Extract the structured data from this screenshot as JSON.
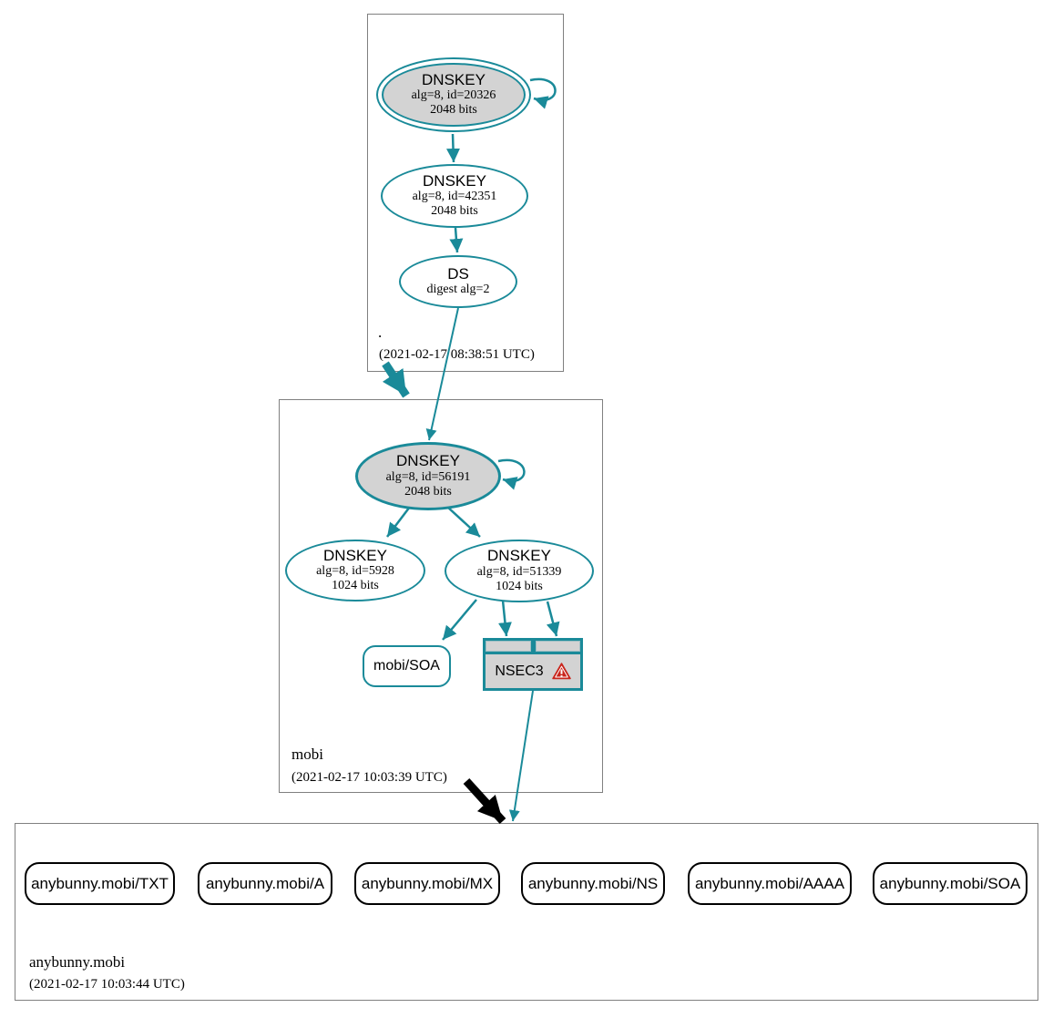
{
  "colors": {
    "secure_teal": "#1a8a99",
    "node_gray_fill": "#d3d3d3",
    "box_border_gray": "#808080",
    "warning_red": "#c9251c",
    "delegation_black": "#000000"
  },
  "zones": {
    "root": {
      "label": ".",
      "timestamp": "(2021-02-17 08:38:51 UTC)",
      "nodes": {
        "ksk": {
          "title": "DNSKEY",
          "line2": "alg=8, id=20326",
          "line3": "2048 bits"
        },
        "zsk": {
          "title": "DNSKEY",
          "line2": "alg=8, id=42351",
          "line3": "2048 bits"
        },
        "ds": {
          "title": "DS",
          "line2": "digest alg=2"
        }
      }
    },
    "mobi": {
      "label": "mobi",
      "timestamp": "(2021-02-17 10:03:39 UTC)",
      "nodes": {
        "ksk": {
          "title": "DNSKEY",
          "line2": "alg=8, id=56191",
          "line3": "2048 bits"
        },
        "zsk1": {
          "title": "DNSKEY",
          "line2": "alg=8, id=5928",
          "line3": "1024 bits"
        },
        "zsk2": {
          "title": "DNSKEY",
          "line2": "alg=8, id=51339",
          "line3": "1024 bits"
        },
        "soa": {
          "label": "mobi/SOA"
        },
        "nsec3": {
          "label": "NSEC3",
          "icon": "warning-triangle"
        }
      }
    },
    "anybunny": {
      "label": "anybunny.mobi",
      "timestamp": "(2021-02-17 10:03:44 UTC)",
      "rrsets": [
        "anybunny.mobi/TXT",
        "anybunny.mobi/A",
        "anybunny.mobi/MX",
        "anybunny.mobi/NS",
        "anybunny.mobi/AAAA",
        "anybunny.mobi/SOA"
      ]
    }
  }
}
